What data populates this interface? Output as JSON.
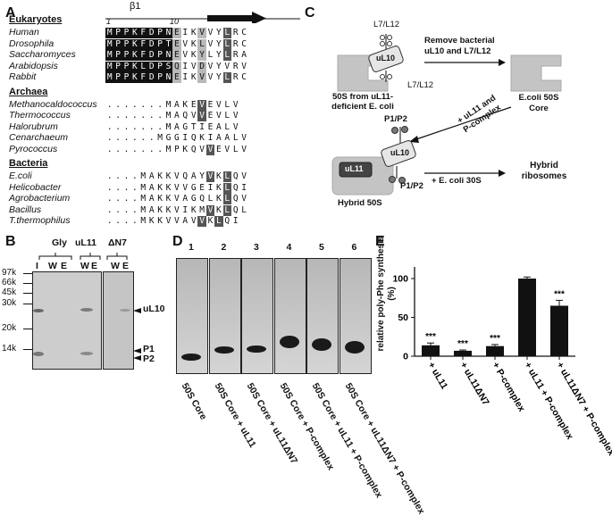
{
  "panels": {
    "A": "A",
    "B": "B",
    "C": "C",
    "D": "D",
    "E": "E"
  },
  "panel_a": {
    "structure_label": "β1",
    "position_1": "1",
    "position_10": "10",
    "groups": [
      {
        "name": "Eukaryotes",
        "species": [
          {
            "name": "Human",
            "seq": "MPPKFDPNEIKVVYLRC",
            "shade": "ddddddddlnnlnnmnn"
          },
          {
            "name": "Drosophila",
            "seq": "MPPKFDPTEVKLVYLRC",
            "shade": "ddddddddlnnlnnmnn"
          },
          {
            "name": "Saccharomyces",
            "seq": "MPPKFDPNEVKYLYLRA",
            "shade": "ddddddddlnnlnnmnn"
          },
          {
            "name": "Arabidopsis",
            "seq": "MPPKLDPSQIVDVYVRV",
            "shade": "ddddddddlnnlnnnnn"
          },
          {
            "name": "Rabbit",
            "seq": "MPPKFDPNEIKVVYLRC",
            "shade": "ddddddddlnnlnnmnn"
          }
        ]
      },
      {
        "name": "Archaea",
        "species": [
          {
            "name": "Methanocaldococcus",
            "seq": ".......MAKEVEVLV",
            "shade": "nnnnnnnnnnnmnnnn"
          },
          {
            "name": "Thermococcus",
            "seq": ".......MAQVVEVLV",
            "shade": "nnnnnnnnnnnmnnnn"
          },
          {
            "name": "Halorubrum",
            "seq": ".......MAGTIEALV",
            "shade": "nnnnnnnnnnnnnnnn"
          },
          {
            "name": "Cenarchaeum",
            "seq": "......MGGIQKIAALV",
            "shade": "nnnnnnnnnnnnnnnnn"
          },
          {
            "name": "Pyrococcus",
            "seq": ".......MPKQVVEVLV",
            "shade": "nnnnnnnnnnnnmnnnn"
          }
        ]
      },
      {
        "name": "Bacteria",
        "species": [
          {
            "name": "E.coli",
            "seq": "....MAKKVQAYVKLQV",
            "shade": "nnnnnnnnnnnnmnmnn"
          },
          {
            "name": "Helicobacter",
            "seq": "....MAKKVVGEIKLQI",
            "shade": "nnnnnnnnnnnnnnmnn"
          },
          {
            "name": "Agrobacterium",
            "seq": "....MAKKVAGQLKLQV",
            "shade": "nnnnnnnnnnnnnnmnn"
          },
          {
            "name": "Bacillus",
            "seq": "....MAKKVIKMVKLQL",
            "shade": "nnnnnnnnnnnnmnmnn"
          },
          {
            "name": "T.thermophilus",
            "seq": "....MKKVVAVVKLQI",
            "shade": "nnnnnnnnnnnmnmnn"
          }
        ]
      }
    ]
  },
  "panel_b": {
    "groups": [
      "Gly",
      "uL11",
      "ΔN7"
    ],
    "lanes": [
      "I",
      "W",
      "E",
      "W",
      "E",
      "W",
      "E"
    ],
    "markers": [
      "97k",
      "66k",
      "45k",
      "30k",
      "20k",
      "14k"
    ],
    "bands_right": [
      "uL10",
      "P1",
      "P2"
    ]
  },
  "panel_c": {
    "l7": "L7/L12",
    "ul10": "uL10",
    "ul11": "uL11",
    "p": "P1/P2",
    "text_50s_deficient": "50S from uL11-deficient E. coli",
    "text_remove": "Remove bacterial uL10 and L7/L12",
    "text_core": "E.coli 50S Core",
    "text_add": "+ uL11 and P-complex",
    "text_hybrid": "Hybrid 50S",
    "text_add30s": "+ E. coli 30S",
    "text_hybrid_ribo": "Hybrid ribosomes"
  },
  "panel_d": {
    "lane_numbers": [
      "1",
      "2",
      "3",
      "4",
      "5",
      "6"
    ],
    "lane_labels": [
      "50S Core",
      "50S Core + uL11",
      "50S Core + uL11ΔN7",
      "50S Core + P-complex",
      "50S Core + uL11 + P-complex",
      "50S Core + uL11ΔN7 + P-complex"
    ]
  },
  "chart_data": {
    "type": "bar",
    "categories": [
      "+ uL11",
      "+ uL11ΔN7",
      "+ P-complex",
      "+ uL11 + P-complex",
      "+ uL11ΔN7 + P-complex"
    ],
    "values": [
      14,
      7,
      13,
      100,
      65
    ],
    "errors": [
      3,
      1,
      2,
      2,
      7
    ],
    "significance": [
      "***",
      "***",
      "***",
      "",
      "***"
    ],
    "ylabel": "relative poly-Phe synthesis (%)",
    "yticks": [
      "0",
      "50",
      "100"
    ],
    "ylim": [
      0,
      115
    ],
    "color": "#111111"
  }
}
